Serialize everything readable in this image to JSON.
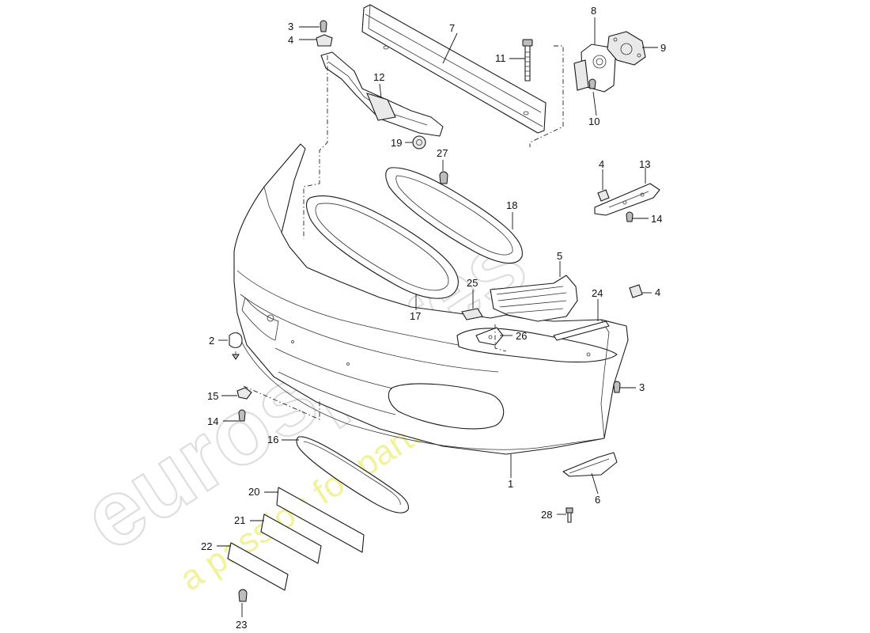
{
  "watermark": {
    "logo": "eurospares",
    "tagline": "a passion for parts since 1985"
  },
  "callouts": {
    "c1": "1",
    "c2": "2",
    "c3a": "3",
    "c3b": "3",
    "c4a": "4",
    "c4b": "4",
    "c4c": "4",
    "c5": "5",
    "c6": "6",
    "c7": "7",
    "c8": "8",
    "c9": "9",
    "c10": "10",
    "c11": "11",
    "c12": "12",
    "c13": "13",
    "c14a": "14",
    "c14b": "14",
    "c15": "15",
    "c16": "16",
    "c17": "17",
    "c18": "18",
    "c19": "19",
    "c20": "20",
    "c21": "21",
    "c22": "22",
    "c23": "23",
    "c24": "24",
    "c25": "25",
    "c26": "26",
    "c27": "27",
    "c28": "28"
  }
}
